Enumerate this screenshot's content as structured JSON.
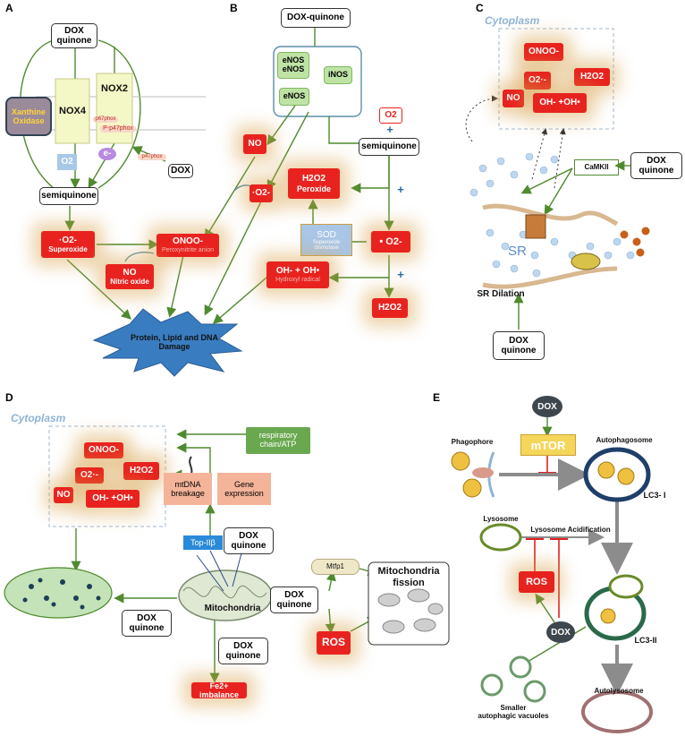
{
  "panels": {
    "a": "A",
    "b": "B",
    "c": "C",
    "d": "D",
    "e": "E"
  },
  "a": {
    "dox_quinone": "DOX\nquinone",
    "xanthine": "Xanthine\nOxidase",
    "nox4": "NOX4",
    "nox2": "NOX2",
    "p67": "p67phox",
    "p47": "P-p47phox",
    "p47b": "p47phox",
    "o2": "O2",
    "e": "e-",
    "dox": "DOX",
    "semiquinone": "semiquinone",
    "superoxide_t": "·O2-",
    "superoxide_s": "Superoxide",
    "onoo": "ONOO-",
    "onoo_s": "Peroxynitrite anion",
    "no": "NO",
    "no_s": "Nitric oxide",
    "damage": "Protein, Lipid and DNA\nDamage"
  },
  "b": {
    "dox_quinone": "DOX-quinone",
    "enos1": "eNOS\neNOS",
    "enos2": "eNOS",
    "inos": "iNOS",
    "no": "NO",
    "o2r": "·O2-",
    "o2": "O2",
    "plus": "+",
    "semiquinone": "semiquinone",
    "h2o2_peroxide_t": "H2O2",
    "h2o2_peroxide_s": "Peroxide",
    "sod": "SOD",
    "sod_s": "Superoxide\ndismutase",
    "o2big": "• O2-",
    "ohoh": "OH- + OH•",
    "ohoh_s": "Hydroxyl radical",
    "h2o2": "H2O2"
  },
  "c": {
    "cytoplasm": "Cytoplasm",
    "onoo": "ONOO-",
    "o2": "O2·-",
    "h2o2": "H2O2",
    "no": "NO",
    "ohoh": "OH- +OH•",
    "camkii": "CaMKII",
    "dox_quinone": "DOX\nquinone",
    "sr": "SR",
    "sr_dilation": "SR Dilation",
    "dox_quinone2": "DOX\nquinone"
  },
  "d": {
    "cytoplasm": "Cytoplasm",
    "onoo": "ONOO-",
    "o2": "O2·-",
    "h2o2": "H2O2",
    "no": "NO",
    "ohoh": "OH- +OH•",
    "resp": "respiratory\nchain/ATP",
    "mtdna": "mtDNA\nbreakage",
    "gene": "Gene\nexpression",
    "top": "Top-IIβ",
    "dox_quinone1": "DOX\nquinone",
    "mtfp1": "Mtfp1",
    "fission": "Mitochondria\nfission",
    "dox_quinone2": "DOX\nquinone",
    "mito": "Mitochondria",
    "dox_quinone3": "DOX\nquinone",
    "ros": "ROS",
    "dox_quinone4": "DOX\nquinone",
    "fe": "Fe2+ imbalance"
  },
  "e": {
    "dox1": "DOX",
    "mtor": "mTOR",
    "phagophore": "Phagophore",
    "autophagosome": "Autophagosome",
    "lc3i": "LC3- I",
    "lysosome": "Lysosome",
    "acid": "Lysosome Acidification",
    "ros": "ROS",
    "dox2": "DOX",
    "lc3ii": "LC3-II",
    "smaller": "Smaller\nautophagic vacuoles",
    "autolysosome": "Autolysosome"
  },
  "colors": {
    "red": "#e8231f",
    "green": "#6aa84f",
    "arrow": "#4f8a2f",
    "inhibit": "#e02020",
    "gray": "#8c8c8c"
  }
}
